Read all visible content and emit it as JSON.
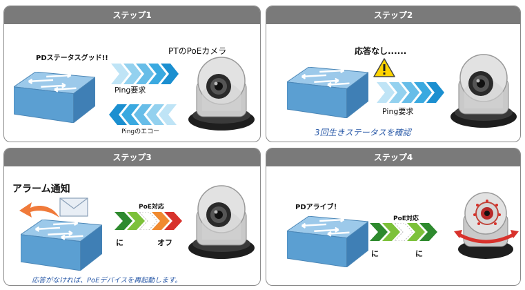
{
  "steps": [
    {
      "title": "ステップ1",
      "status": "PDステータスグッド!!",
      "camera_label": "PTのPoEカメラ",
      "ping_request": "Ping要求",
      "ping_echo": "Pingのエコー"
    },
    {
      "title": "ステップ2",
      "status": "応答なし......",
      "ping_request": "Ping要求",
      "caption": "3回生きステータスを確認"
    },
    {
      "title": "ステップ3",
      "alarm": "アラーム通知",
      "poe_label": "PoE対応",
      "state_on": "に",
      "state_off": "オフ",
      "caption": "応答がなければ、PoEデバイスを再起動します。"
    },
    {
      "title": "ステップ4",
      "status": "PDアライブ！",
      "poe_label": "PoE対応",
      "state_on_1": "に",
      "state_on_2": "に"
    }
  ],
  "colors": {
    "header": "#7a7a7a",
    "ping_arrow": "#3aa9e0",
    "switch": "#5b9fd2",
    "warning": "#ffd400",
    "green_arrow": "#2e8a2e",
    "red_arrow": "#d8322c",
    "caption": "#2a5aa8"
  }
}
